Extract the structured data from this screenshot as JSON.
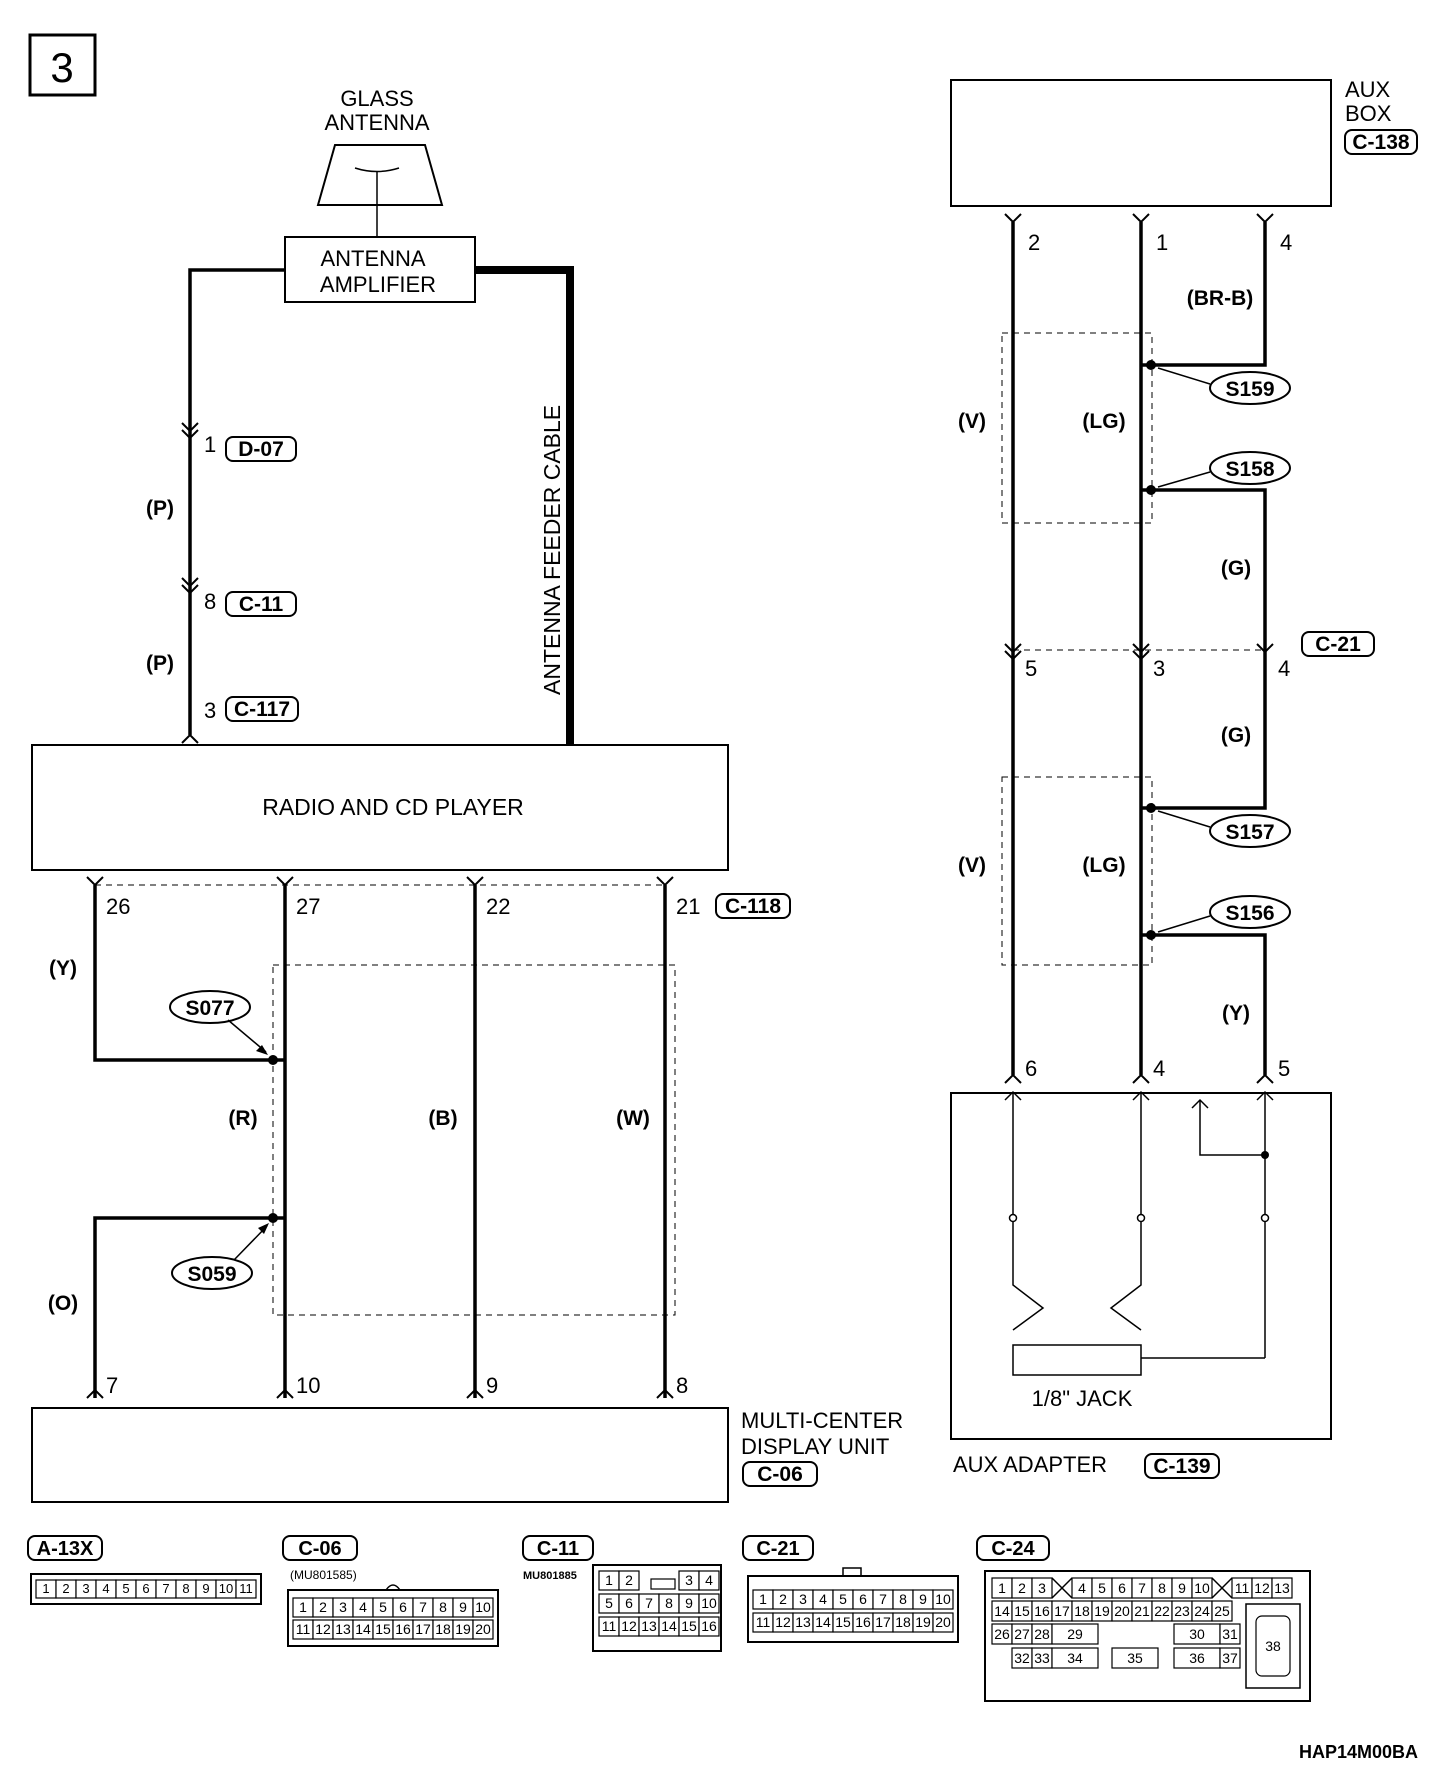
{
  "page_number": "3",
  "glass_antenna": {
    "line1": "GLASS",
    "line2": "ANTENNA"
  },
  "antenna_amplifier": {
    "line1": "ANTENNA",
    "line2": "AMPLIFIER"
  },
  "feeder_cable": "ANTENNA FEEDER CABLE",
  "radio_label": "RADIO AND CD PLAYER",
  "mcdu": {
    "line1": "MULTI-CENTER",
    "line2": "DISPLAY UNIT",
    "connector": "C-06"
  },
  "aux_box": {
    "line1": "AUX",
    "line2": "BOX",
    "connector": "C-138"
  },
  "aux_adapter": {
    "label": "AUX ADAPTER",
    "connector": "C-139",
    "jack": "1/8\" JACK"
  },
  "left_top": {
    "pin_d07": "1",
    "conn_d07": "D-07",
    "wire1": "(P)",
    "pin_c11": "8",
    "conn_c11": "C-11",
    "wire2": "(P)",
    "pin_c117": "3",
    "conn_c117": "C-117"
  },
  "radio_bottom": {
    "pins": [
      "26",
      "27",
      "22",
      "21"
    ],
    "connector": "C-118"
  },
  "left_wires": {
    "y": "(Y)",
    "r": "(R)",
    "b": "(B)",
    "w": "(W)",
    "o": "(O)"
  },
  "splices_left": {
    "s077": "S077",
    "s059": "S059"
  },
  "mcdu_pins": [
    "7",
    "10",
    "9",
    "8"
  ],
  "aux_box_pins": [
    "2",
    "1",
    "4"
  ],
  "right_wires": {
    "brb": "(BR-B)",
    "v1": "(V)",
    "lg1": "(LG)",
    "g1": "(G)",
    "g2": "(G)",
    "v2": "(V)",
    "lg2": "(LG)",
    "y": "(Y)"
  },
  "splices_right": {
    "s159": "S159",
    "s158": "S158",
    "s157": "S157",
    "s156": "S156"
  },
  "c21": {
    "connector": "C-21",
    "pins": [
      "5",
      "3",
      "4"
    ]
  },
  "aux_adapter_pins": [
    "6",
    "4",
    "5"
  ],
  "connector_views": {
    "a13x": {
      "label": "A-13X",
      "pins": [
        "1",
        "2",
        "3",
        "4",
        "5",
        "6",
        "7",
        "8",
        "9",
        "10",
        "11"
      ]
    },
    "c06": {
      "label": "C-06",
      "part": "(MU801585)",
      "row1": [
        "1",
        "2",
        "3",
        "4",
        "5",
        "6",
        "7",
        "8",
        "9",
        "10"
      ],
      "row2": [
        "11",
        "12",
        "13",
        "14",
        "15",
        "16",
        "17",
        "18",
        "19",
        "20"
      ]
    },
    "c11": {
      "label": "C-11",
      "part": "MU801885",
      "row0": [
        "1",
        "2",
        "3",
        "4"
      ],
      "row1": [
        "5",
        "6",
        "7",
        "8",
        "9",
        "10"
      ],
      "row2": [
        "11",
        "12",
        "13",
        "14",
        "15",
        "16"
      ]
    },
    "c21": {
      "label": "C-21",
      "row1": [
        "1",
        "2",
        "3",
        "4",
        "5",
        "6",
        "7",
        "8",
        "9",
        "10"
      ],
      "row2": [
        "11",
        "12",
        "13",
        "14",
        "15",
        "16",
        "17",
        "18",
        "19",
        "20"
      ]
    },
    "c24": {
      "label": "C-24",
      "row1a": [
        "1",
        "2",
        "3"
      ],
      "row1b": [
        "4",
        "5",
        "6",
        "7",
        "8",
        "9",
        "10"
      ],
      "row1c": [
        "11",
        "12",
        "13"
      ],
      "row2": [
        "14",
        "15",
        "16",
        "17",
        "18",
        "19",
        "20",
        "21",
        "22",
        "23",
        "24",
        "25"
      ],
      "row3": [
        "26",
        "27",
        "28",
        "29",
        "30",
        "31"
      ],
      "row4": [
        "32",
        "33",
        "34",
        "35",
        "36",
        "37"
      ],
      "big": "38"
    }
  },
  "doc_code": "HAP14M00BA"
}
